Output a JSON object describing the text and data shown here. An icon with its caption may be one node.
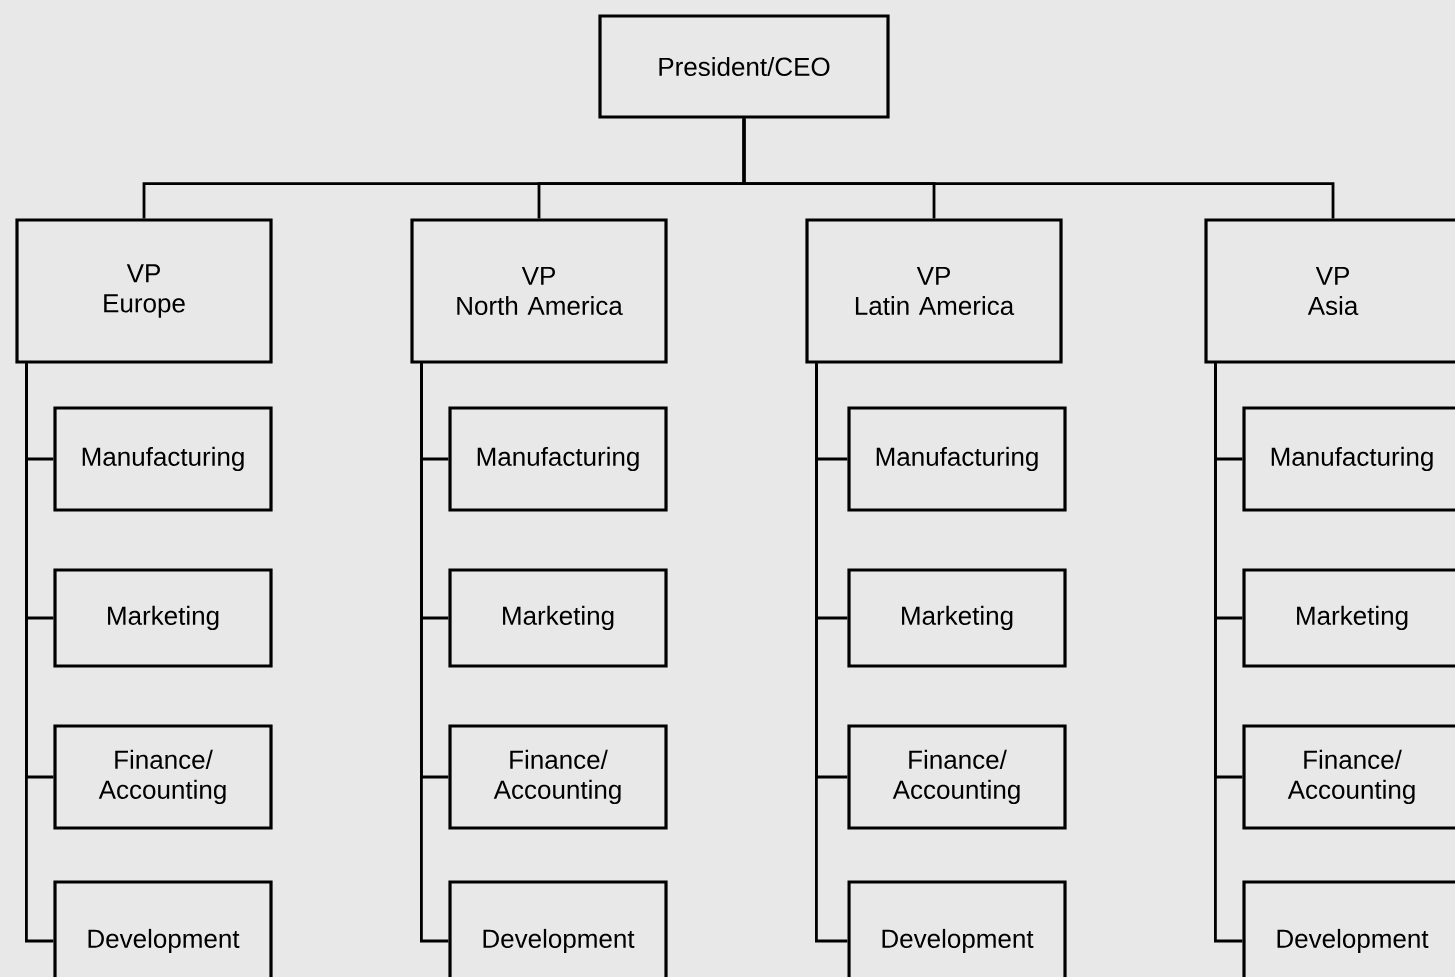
{
  "diagram": {
    "nodes": [
      {
        "text": [
          "President/CEO"
        ]
      },
      {
        "text": [
          "VP",
          "Europe"
        ]
      },
      {
        "text": [
          "Manufacturing"
        ]
      },
      {
        "text": [
          "Marketing"
        ]
      },
      {
        "text": [
          "Finance/ Accounting"
        ]
      },
      {
        "text": [
          "Development"
        ]
      },
      {
        "text": [
          "VP",
          "North America"
        ]
      },
      {
        "text": [
          "Manufacturing"
        ]
      },
      {
        "text": [
          "Marketing"
        ]
      },
      {
        "text": [
          "Finance/ Accounting"
        ]
      },
      {
        "text": [
          "Development"
        ]
      },
      {
        "text": [
          "VP",
          "Latin America"
        ]
      },
      {
        "text": [
          "Manufacturing"
        ]
      },
      {
        "text": [
          "Marketing"
        ]
      },
      {
        "text": [
          "Finance/ Accounting"
        ]
      },
      {
        "text": [
          "Development"
        ]
      },
      {
        "text": [
          "VP",
          "Asia"
        ]
      },
      {
        "text": [
          "Manufacturing"
        ]
      },
      {
        "text": [
          "Marketing"
        ]
      },
      {
        "text": [
          "Finance/ Accounting"
        ]
      },
      {
        "text": [
          "Development"
        ]
      }
    ],
    "edges": [
      {
        "from": 0,
        "to": 1,
        "arrow": "none"
      },
      {
        "from": 0,
        "to": 6,
        "arrow": "none"
      },
      {
        "from": 0,
        "to": 11,
        "arrow": "none"
      },
      {
        "from": 0,
        "to": 16,
        "arrow": "none"
      },
      {
        "from": 1,
        "to": 2,
        "arrow": "none"
      },
      {
        "from": 1,
        "to": 3,
        "arrow": "none"
      },
      {
        "from": 1,
        "to": 4,
        "arrow": "none"
      },
      {
        "from": 1,
        "to": 5,
        "arrow": "none"
      },
      {
        "from": 6,
        "to": 7,
        "arrow": "none"
      },
      {
        "from": 6,
        "to": 8,
        "arrow": "none"
      },
      {
        "from": 6,
        "to": 9,
        "arrow": "none"
      },
      {
        "from": 6,
        "to": 10,
        "arrow": "none"
      },
      {
        "from": 11,
        "to": 12,
        "arrow": "none"
      },
      {
        "from": 11,
        "to": 13,
        "arrow": "none"
      },
      {
        "from": 11,
        "to": 14,
        "arrow": "none"
      },
      {
        "from": 11,
        "to": 15,
        "arrow": "none"
      },
      {
        "from": 16,
        "to": 17,
        "arrow": "none"
      },
      {
        "from": 16,
        "to": 18,
        "arrow": "none"
      },
      {
        "from": 16,
        "to": 19,
        "arrow": "none"
      },
      {
        "from": 16,
        "to": 20,
        "arrow": "none"
      }
    ]
  }
}
